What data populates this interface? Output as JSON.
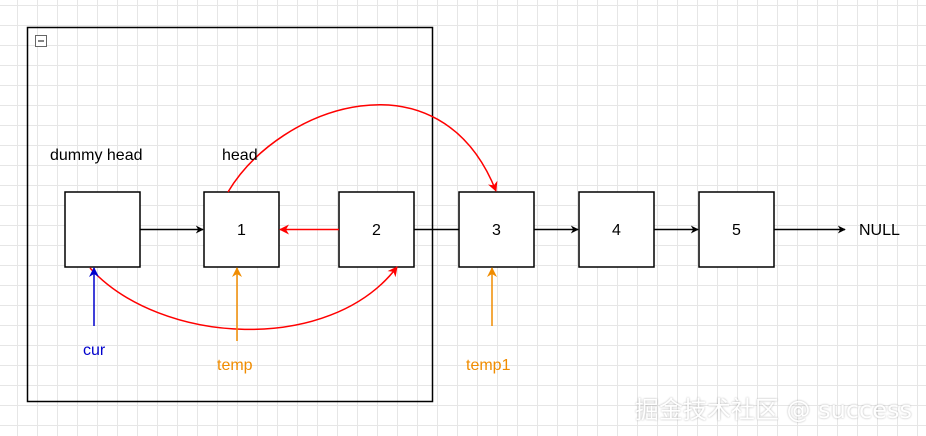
{
  "labels": {
    "dummy_head": "dummy head",
    "head": "head",
    "null": "NULL",
    "cur": "cur",
    "temp": "temp",
    "temp1": "temp1"
  },
  "nodes": [
    "",
    "1",
    "2",
    "3",
    "4",
    "5"
  ],
  "watermark": "掘金技术社区 @ success",
  "colors": {
    "node_stroke": "#000000",
    "red_arrow": "#ff0000",
    "cur": "#0000cc",
    "temp": "#f08c00",
    "temp1": "#f08c00"
  }
}
